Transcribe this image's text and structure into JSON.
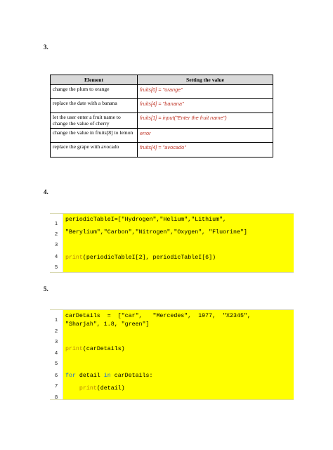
{
  "questions": {
    "q3": "3.",
    "q4": "4.",
    "q5": "5."
  },
  "table": {
    "headers": [
      "Element",
      "Setting the value"
    ],
    "rows": [
      {
        "element": "change the plum to orange",
        "value": "fruits[0] = \"orange\""
      },
      {
        "element": "replace the date with a banana",
        "value": "fruits[4] = \"banana\""
      },
      {
        "element": "let the user enter a fruit name to change the value of cherry",
        "value": "fruits[1] = input(\"Enter the fruit name\")"
      },
      {
        "element": "change the value in fruits[8] to lemon",
        "value": "error"
      },
      {
        "element": "replace the grape with avocado",
        "value": "fruits[4] = \"avocado\""
      }
    ]
  },
  "code4": {
    "line_numbers": [
      "1",
      "2",
      "3",
      "4",
      "5"
    ],
    "line1": "periodicTableI=[\"Hydrogen\",\"Helium\",\"Lithium\",",
    "line2": "\"Berylium\",\"Carbon\",\"Nitrogen\",\"Oxygen\", \"Fluorine\"]",
    "line4_kw": "print",
    "line4_rest": "(periodicTableI[2], periodicTableI[6])"
  },
  "code5": {
    "line_numbers": [
      "1",
      "2",
      "3",
      "4",
      "5",
      "6",
      "7",
      "8"
    ],
    "line1": "carDetails  =  [\"car\",   \"Mercedes\",  1977,  \"X2345\",",
    "line2": "\"Sharjah\", 1.8, \"green\"]",
    "line4_kw": "print",
    "line4_rest": "(carDetails)",
    "line6_for": "for",
    "line6_mid": " detail ",
    "line6_in": "in",
    "line6_rest": " carDetails:",
    "line8_indent": "    ",
    "line8_kw": "print",
    "line8_rest": "(detail)"
  },
  "colors": {
    "code_background": "#ffff00",
    "value_text": "#c0392b",
    "print_keyword": "#b8860b",
    "for_keyword": "#1f6fd1"
  }
}
